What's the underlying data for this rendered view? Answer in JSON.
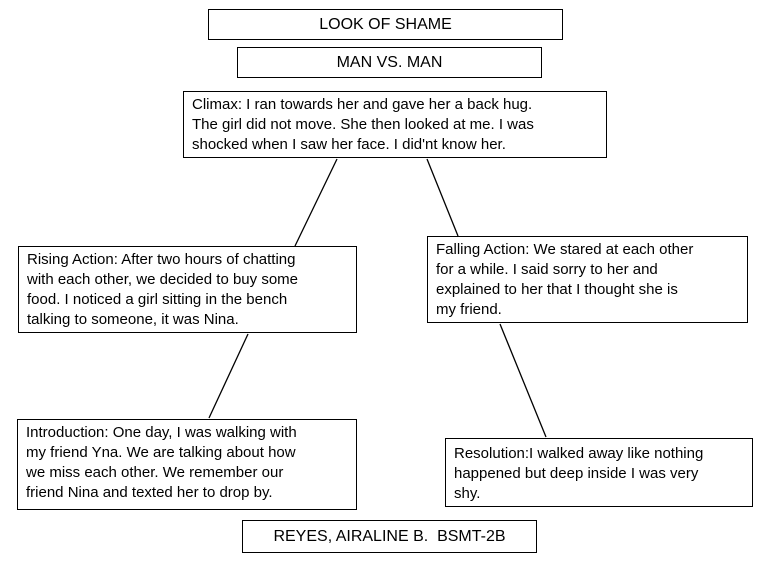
{
  "page": {
    "background_color": "#ffffff",
    "border_color": "#000000",
    "text_color": "#000000"
  },
  "diagram": {
    "title": "LOOK OF SHAME",
    "conflict": "MAN VS. MAN",
    "plot": {
      "climax": "Climax: I ran towards her and gave her a back hug.\nThe girl did not move. She then looked at me. I was\nshocked when I saw her face. I did'nt know her.",
      "rising_action": "Rising Action: After two hours of chatting\nwith each other, we decided to buy some\nfood. I noticed a girl sitting in the bench\ntalking to someone, it was Nina.",
      "falling_action": "Falling Action: We stared at each other\nfor a while. I said sorry to her and\nexplained to her that I thought she is\nmy friend.",
      "introduction": "Introduction: One day, I was walking with\nmy friend Yna. We are talking about how\nwe miss each other. We remember our\nfriend Nina and texted her to drop by.",
      "resolution": "Resolution:I walked away like nothing\nhappened but deep inside I was very\nshy."
    },
    "author": "REYES, AIRALINE B.  BSMT-2B"
  }
}
